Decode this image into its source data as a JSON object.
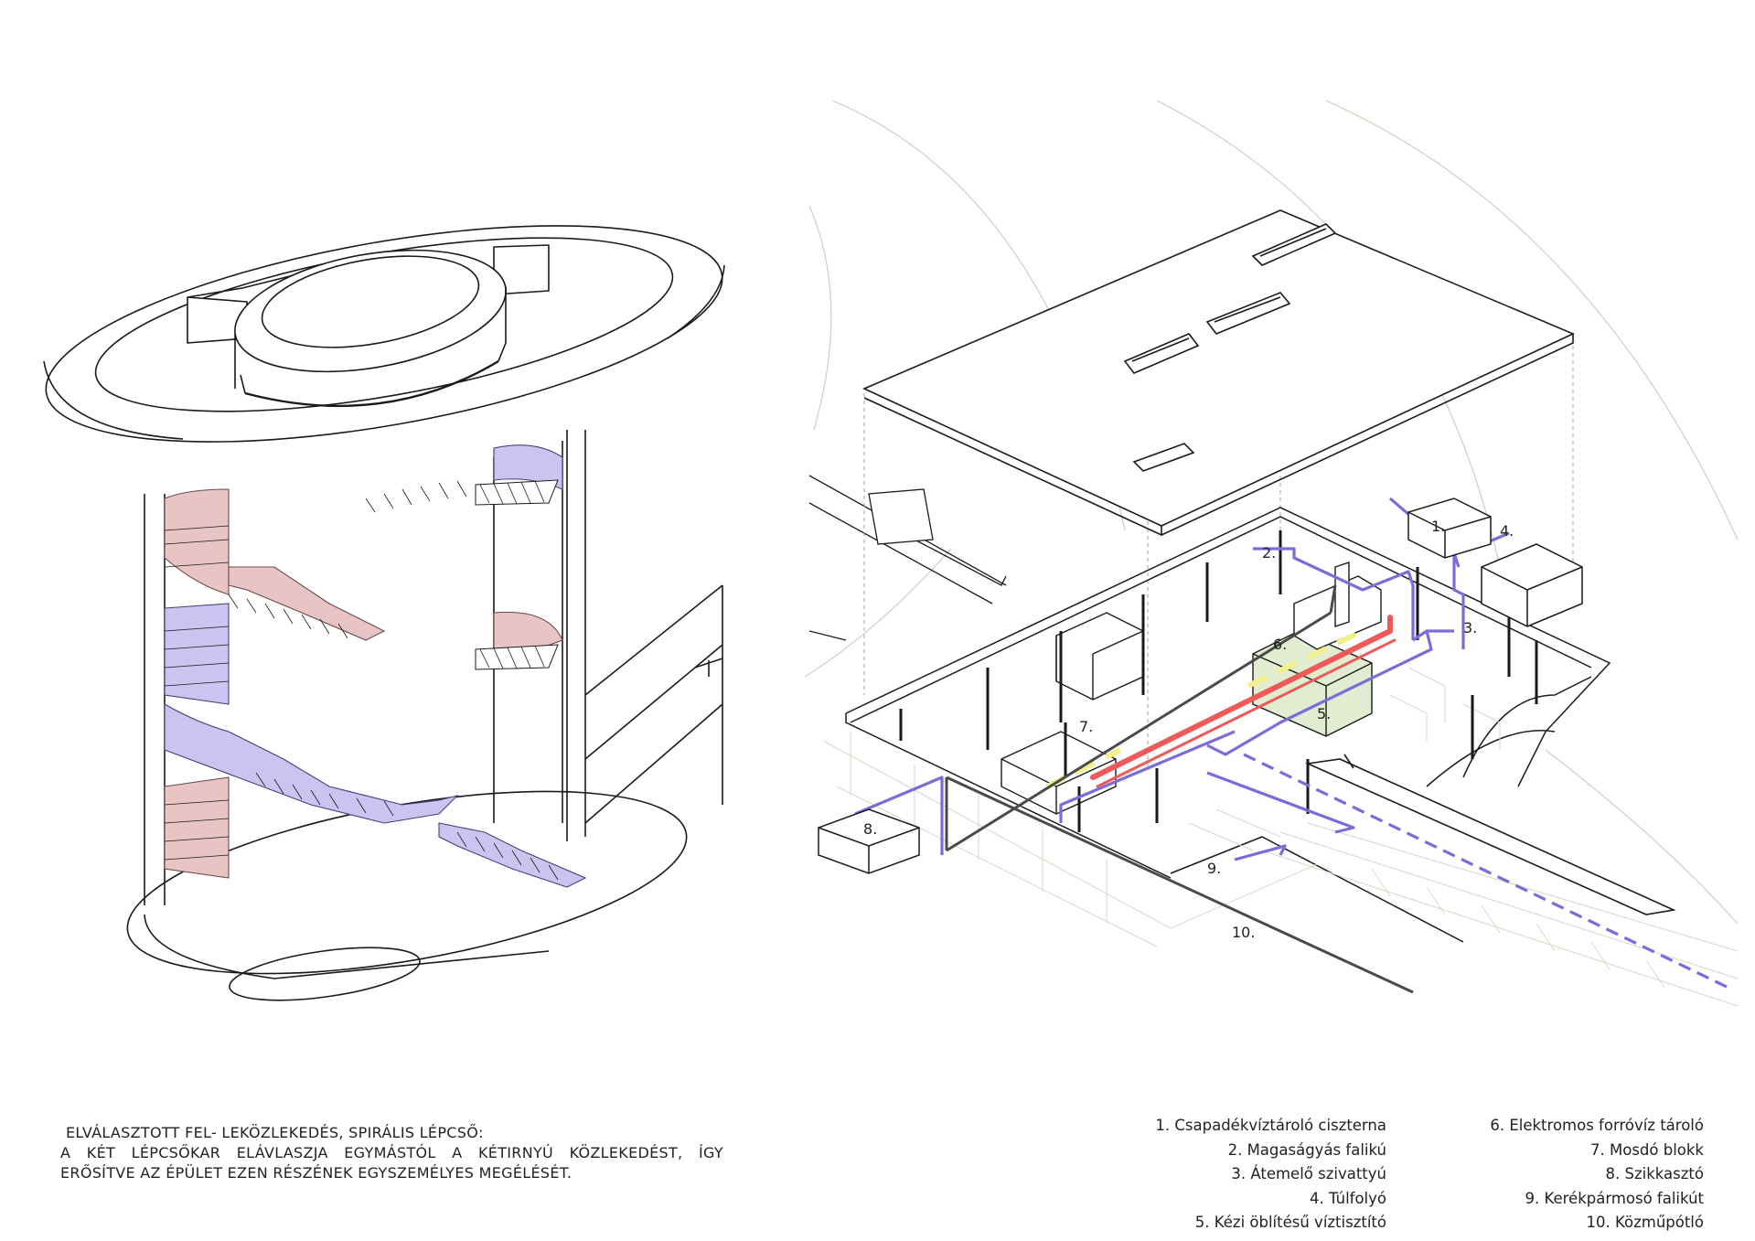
{
  "caption": {
    "line1": "ELVÁLASZTOTT FEL- LEKÖZLEKEDÉS, SPIRÁLIS LÉPCSŐ:",
    "line2": "A KÉT LÉPCSŐKAR ELÁVLASZJA EGYMÁSTÓL A KÉTIRNYÚ KÖZLEKEDÉST, ÍGY",
    "line3": "ERŐSÍTVE AZ ÉPÜLET EZEN RÉSZÉNEK EGYSZEMÉLYES MEGÉLÉSÉT."
  },
  "legend": {
    "col1": [
      "1. Csapadékvíztároló ciszterna",
      "2. Magaságyás falikú",
      "3. Átemelő szivattyú",
      "4. Túlfolyó",
      "5. Kézi öblítésű víztisztító"
    ],
    "col2": [
      "6. Elektromos forróvíz tároló",
      "7. Mosdó blokk",
      "8. Szikkasztó",
      "9. Kerékpármosó falikút",
      "10. Közműpótló"
    ]
  },
  "callouts": {
    "n1": "1.",
    "n2": "2.",
    "n3": "3.",
    "n4": "4.",
    "n5": "5.",
    "n6": "6.",
    "n7": "7.",
    "n8": "8.",
    "n9": "9.",
    "n10": "10."
  },
  "colors": {
    "down_stair": "#e8c4c4",
    "up_stair": "#cdc3f0",
    "purple_pipe": "#7d6bd9",
    "red_pipe": "#ee5a5a",
    "yellow_pipe": "#f2f08a",
    "dark_pipe": "#4a4a4a",
    "tank_green": "#e2ecd0",
    "line": "#1a1a1a"
  }
}
